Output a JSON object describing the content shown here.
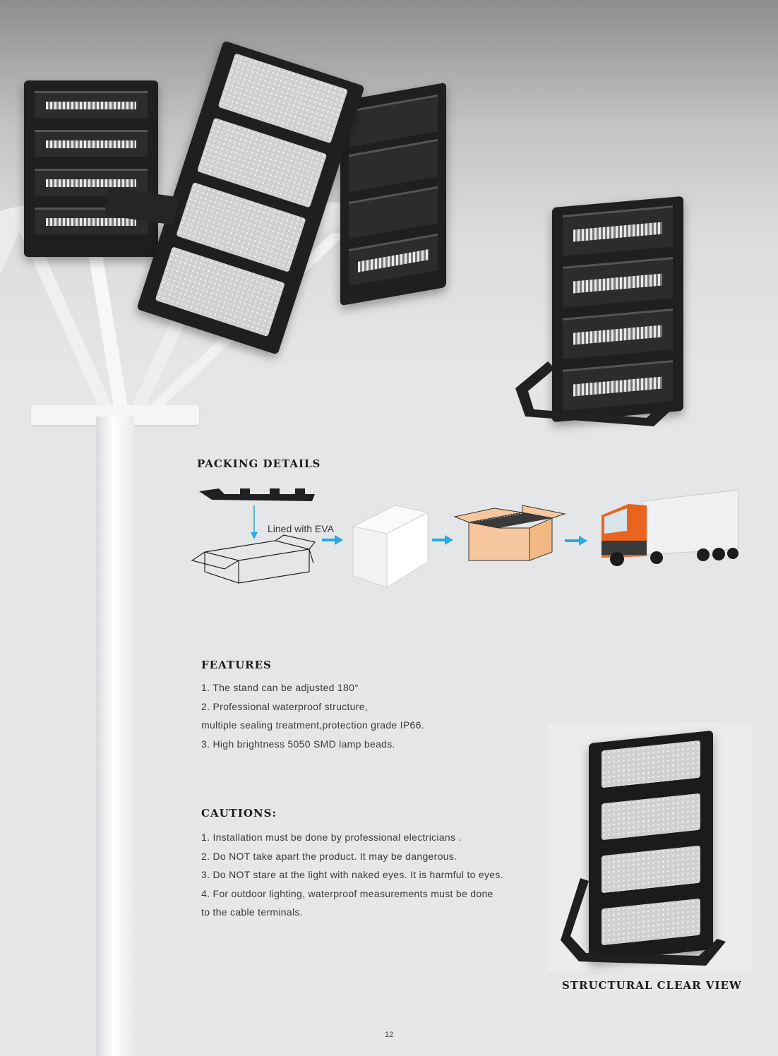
{
  "packing": {
    "title": "PACKING  DETAILS",
    "eva_label": "Lined with EVA"
  },
  "features": {
    "title": "FEATURES",
    "lines": [
      "1. The stand can be adjusted 180°",
      "2. Professional waterproof structure,",
      "multiple sealing treatment,protection grade IP66.",
      "3. High brightness 5050 SMD lamp beads."
    ]
  },
  "cautions": {
    "title": "CAUTIONS:",
    "lines": [
      "1.  Installation must be done by professional electricians .",
      "2.   Do  NOT  take  apart  the  product. It may be dangerous.",
      "3.   Do  NOT  stare  at  the  light  with  naked  eyes.  It is harmful to eyes.",
      "4.   For outdoor lighting, waterproof measurements must be done",
      "to the cable terminals."
    ]
  },
  "structural_view": {
    "caption": "STRUCTURAL CLEAR VIEW"
  },
  "page_number": "12",
  "colors": {
    "arrow": "#29a9e1",
    "carton": "#f6c79e",
    "truck_cab": "#e8641f"
  }
}
